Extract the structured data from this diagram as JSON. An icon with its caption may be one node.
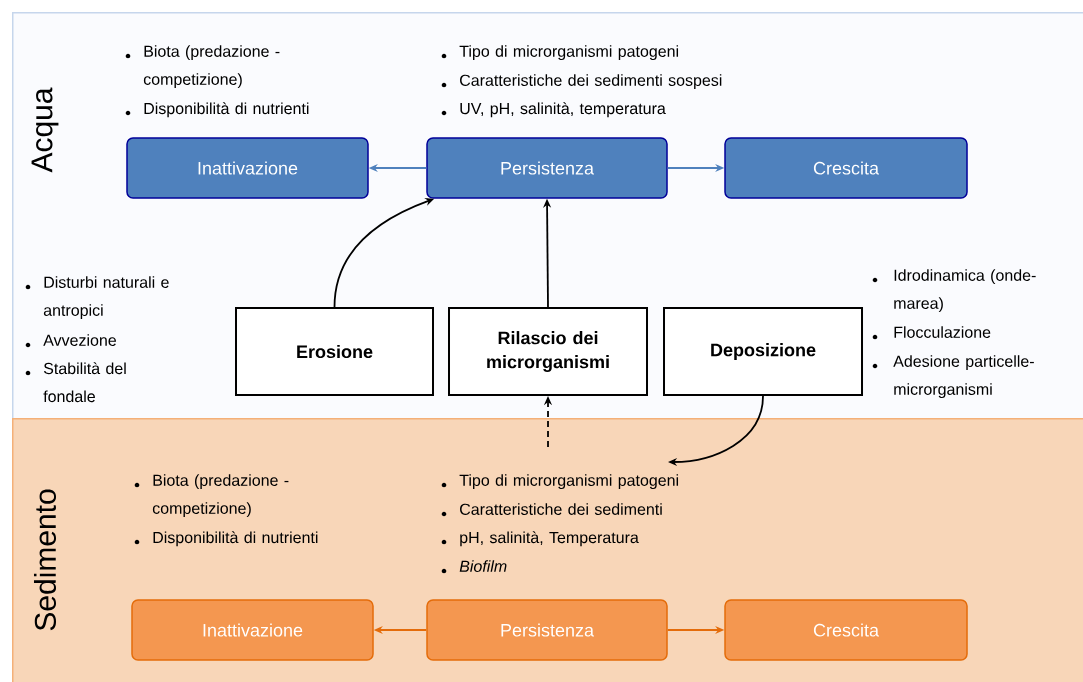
{
  "diagram": {
    "nodes": [
      {
        "text": [
          "Acqua"
        ]
      },
      {
        "text": [
          "Inattivazione"
        ],
        "in": 0
      },
      {
        "text": [
          "Persistenza"
        ],
        "in": 0
      },
      {
        "text": [
          "Crescita"
        ],
        "in": 0
      },
      {
        "text": [
          "Erosione"
        ],
        "in": 0
      },
      {
        "text": [
          "Rilascio dei microrganismi"
        ],
        "in": 0
      },
      {
        "text": [
          "Deposizione"
        ],
        "in": 0
      },
      {
        "text": [
          "Sedimento"
        ]
      },
      {
        "text": [
          "Inattivazione"
        ],
        "in": 7
      },
      {
        "text": [
          "Persistenza"
        ],
        "in": 7
      },
      {
        "text": [
          "Crescita"
        ],
        "in": 7
      }
    ],
    "edges": [
      {
        "from": 2,
        "to": 1,
        "arrow": "to",
        "color": "#4f81bd"
      },
      {
        "from": 2,
        "to": 3,
        "arrow": "to",
        "color": "#4f81bd"
      },
      {
        "from": 4,
        "to": 2,
        "arrow": "to"
      },
      {
        "from": 5,
        "to": 2,
        "arrow": "to"
      },
      {
        "from": null,
        "to": 5,
        "arrow": "to",
        "style": "dashed"
      },
      {
        "from": 6,
        "to": 7,
        "arrow": "to"
      },
      {
        "from": 9,
        "to": 8,
        "arrow": "to",
        "color": "#e46c0a"
      },
      {
        "from": 9,
        "to": 10,
        "arrow": "to",
        "color": "#e46c0a"
      }
    ],
    "labels": [
      "Biota (predazione - competizione)",
      "Disponibilità di nutrienti",
      "Tipo di microrganismi patogeni",
      "Caratteristiche dei sedimenti sospesi",
      "UV, pH, salinità, temperatura",
      "Disturbi naturali e antropici",
      "Avvezione",
      "Stabilità del fondale",
      "Idrodinamica (onde-marea)",
      "Flocculazione",
      "Adesione particelle-microrganismi",
      "Biota (predazione - competizione)",
      "Disponibilità di nutrienti",
      "Tipo di microrganismi patogeni",
      "Caratteristiche dei sedimenti",
      "pH, salinità, Temperatura",
      "Biofilm"
    ]
  }
}
